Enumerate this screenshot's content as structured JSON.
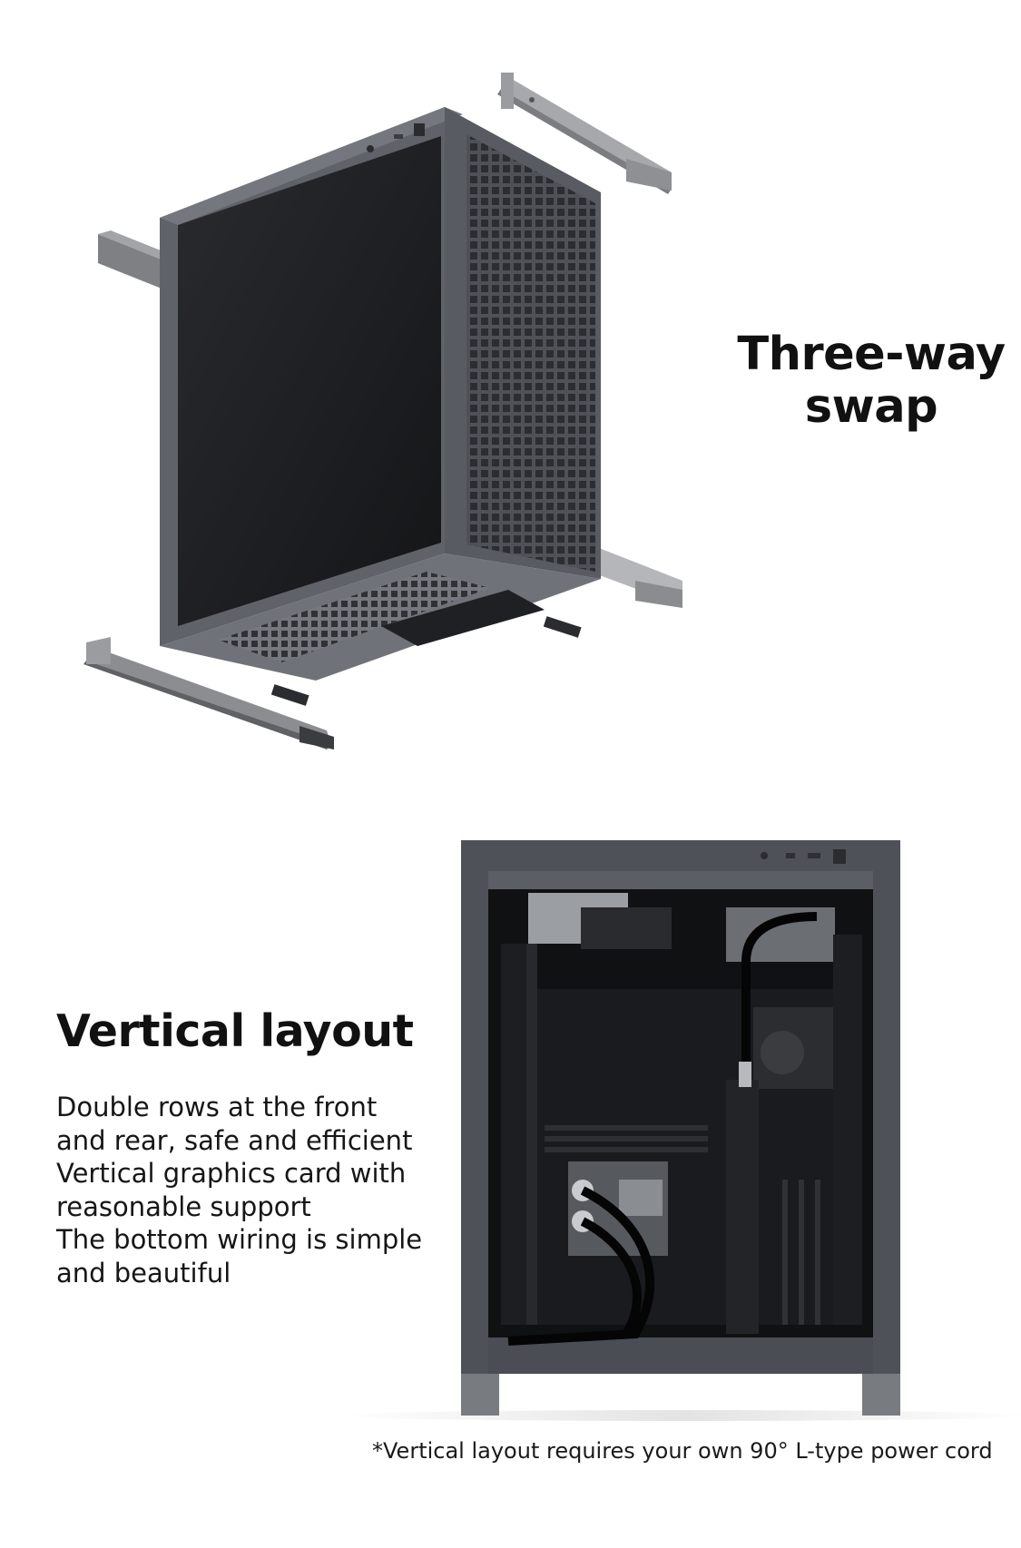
{
  "sections": {
    "three_way": {
      "title_lines": [
        "Three-way",
        "swap"
      ]
    },
    "vertical": {
      "title": "Vertical layout",
      "description_lines": [
        "Double rows at the front",
        "and rear, safe and efficient",
        "Vertical graphics card with",
        "reasonable support",
        "The bottom wiring is simple",
        "and beautiful"
      ],
      "footnote": "*Vertical layout requires your own 90° L-type power cord"
    }
  },
  "colors": {
    "case_body": "#5c5f66",
    "case_dark": "#2a2c30",
    "glass": "#1c1d20",
    "bracket": "#8c8e92",
    "text": "#111111"
  }
}
